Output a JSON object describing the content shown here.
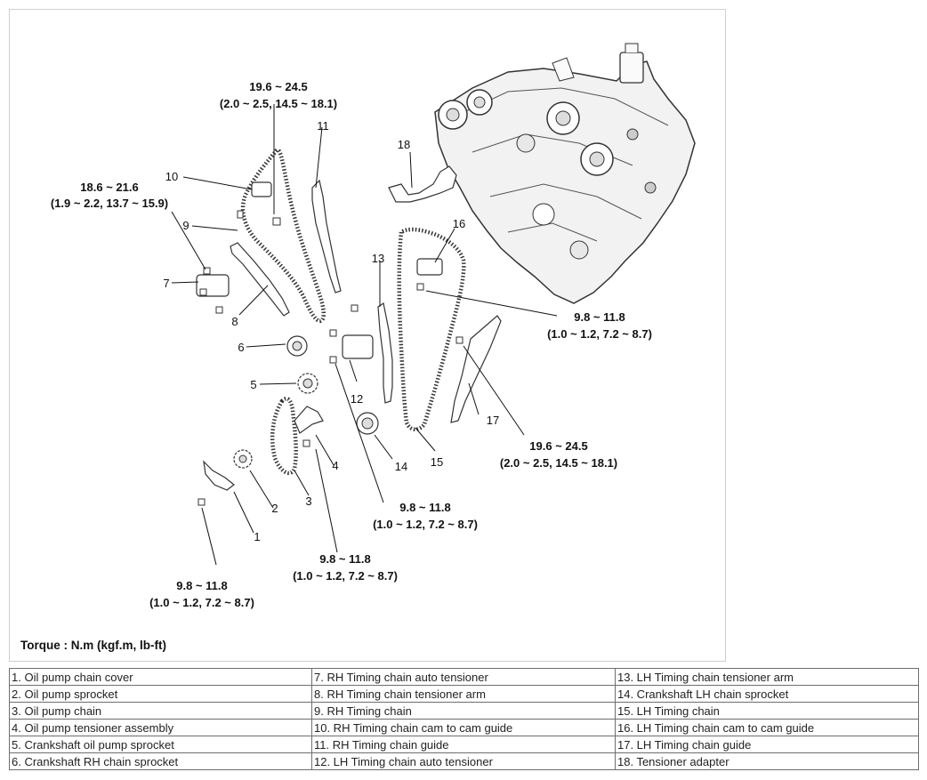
{
  "torque_labels": {
    "t1_line1": "19.6 ~ 24.5",
    "t1_line2": "(2.0 ~ 2.5, 14.5 ~ 18.1)",
    "t2_line1": "18.6 ~ 21.6",
    "t2_line2": "(1.9 ~ 2.2, 13.7 ~ 15.9)",
    "t3_line1": "9.8 ~ 11.8",
    "t3_line2": "(1.0 ~ 1.2, 7.2 ~ 8.7)",
    "t4_line1": "19.6 ~ 24.5",
    "t4_line2": "(2.0 ~ 2.5, 14.5 ~ 18.1)",
    "t5_line1": "9.8 ~ 11.8",
    "t5_line2": "(1.0 ~ 1.2, 7.2 ~ 8.7)",
    "t6_line1": "9.8 ~ 11.8",
    "t6_line2": "(1.0 ~ 1.2, 7.2 ~ 8.7)",
    "t7_line1": "9.8 ~ 11.8",
    "t7_line2": "(1.0 ~ 1.2, 7.2 ~ 8.7)"
  },
  "callouts": {
    "n1": "1",
    "n2": "2",
    "n3": "3",
    "n4": "4",
    "n5": "5",
    "n6": "6",
    "n7": "7",
    "n8": "8",
    "n9": "9",
    "n10": "10",
    "n11": "11",
    "n12": "12",
    "n13": "13",
    "n14": "14",
    "n15": "15",
    "n16": "16",
    "n17": "17",
    "n18": "18"
  },
  "footnote": "Torque : N.m (kgf.m, lb-ft)",
  "legend": [
    [
      "1. Oil pump chain cover",
      "7. RH Timing chain auto tensioner",
      "13. LH Timing chain tensioner arm"
    ],
    [
      "2. Oil pump sprocket",
      "8. RH Timing chain tensioner arm",
      "14. Crankshaft LH chain sprocket"
    ],
    [
      "3. Oil pump chain",
      "9. RH Timing chain",
      "15. LH Timing chain"
    ],
    [
      "4. Oil pump tensioner assembly",
      "10. RH Timing chain cam to cam guide",
      "16. LH Timing chain cam to cam guide"
    ],
    [
      "5. Crankshaft oil pump sprocket",
      "11. RH Timing chain guide",
      "17. LH Timing chain guide"
    ],
    [
      "6. Crankshaft RH chain sprocket",
      "12. LH Timing chain auto tensioner",
      "18. Tensioner adapter"
    ]
  ]
}
